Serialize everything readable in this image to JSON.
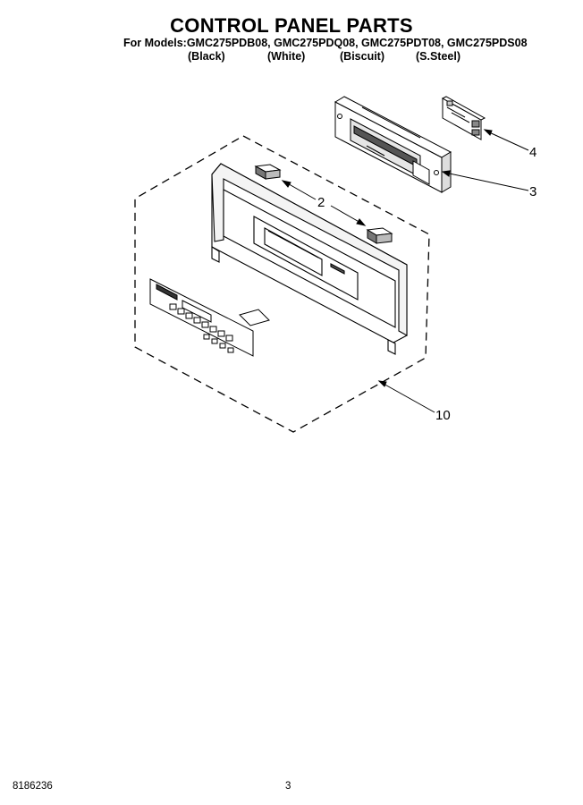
{
  "header": {
    "title": "CONTROL PANEL PARTS",
    "models_line": "For Models:GMC275PDB08, GMC275PDQ08, GMC275PDT08, GMC275PDS08",
    "colors": [
      "(Black)",
      "(White)",
      "(Biscuit)",
      "(S.Steel)"
    ]
  },
  "diagram": {
    "callouts": [
      "2",
      "3",
      "4",
      "10"
    ]
  },
  "footer": {
    "doc_number": "8186236",
    "page_number": "3"
  }
}
